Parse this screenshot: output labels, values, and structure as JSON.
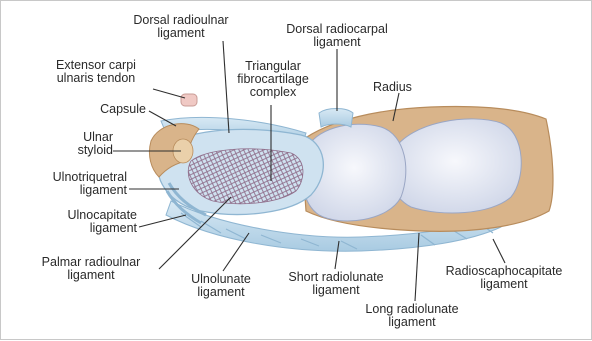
{
  "labels": {
    "dorsal_radioulnar": "Dorsal radioulnar\nligament",
    "dorsal_radiocarpal": "Dorsal radiocarpal\nligament",
    "extensor": "Extensor carpi\nulnaris tendon",
    "tfcc": "Triangular\nfibrocartilage\ncomplex",
    "radius": "Radius",
    "capsule": "Capsule",
    "ulnar_styloid": "Ulnar\nstyloid",
    "ulnotriquetral": "Ulnotriquetral\nligament",
    "ulnocapitate": "Ulnocapitate\nligament",
    "palmar_radioulnar": "Palmar radioulnar\nligament",
    "ulnolunate": "Ulnolunate\nligament",
    "short_radiolunate": "Short radiolunate\nligament",
    "radioscaphocapitate": "Radioscaphocapitate\nligament",
    "long_radiolunate": "Long radiolunate\nligament"
  },
  "colors": {
    "bone": "#d9b48a",
    "bone_edge": "#b88c5c",
    "cartilage": "#e9ecf6",
    "ligament": "#bcd7ea",
    "ligament_edge": "#8fb6d2",
    "tfcc_mesh": "#8f6d8a",
    "tendon": "#f0c9c4"
  }
}
